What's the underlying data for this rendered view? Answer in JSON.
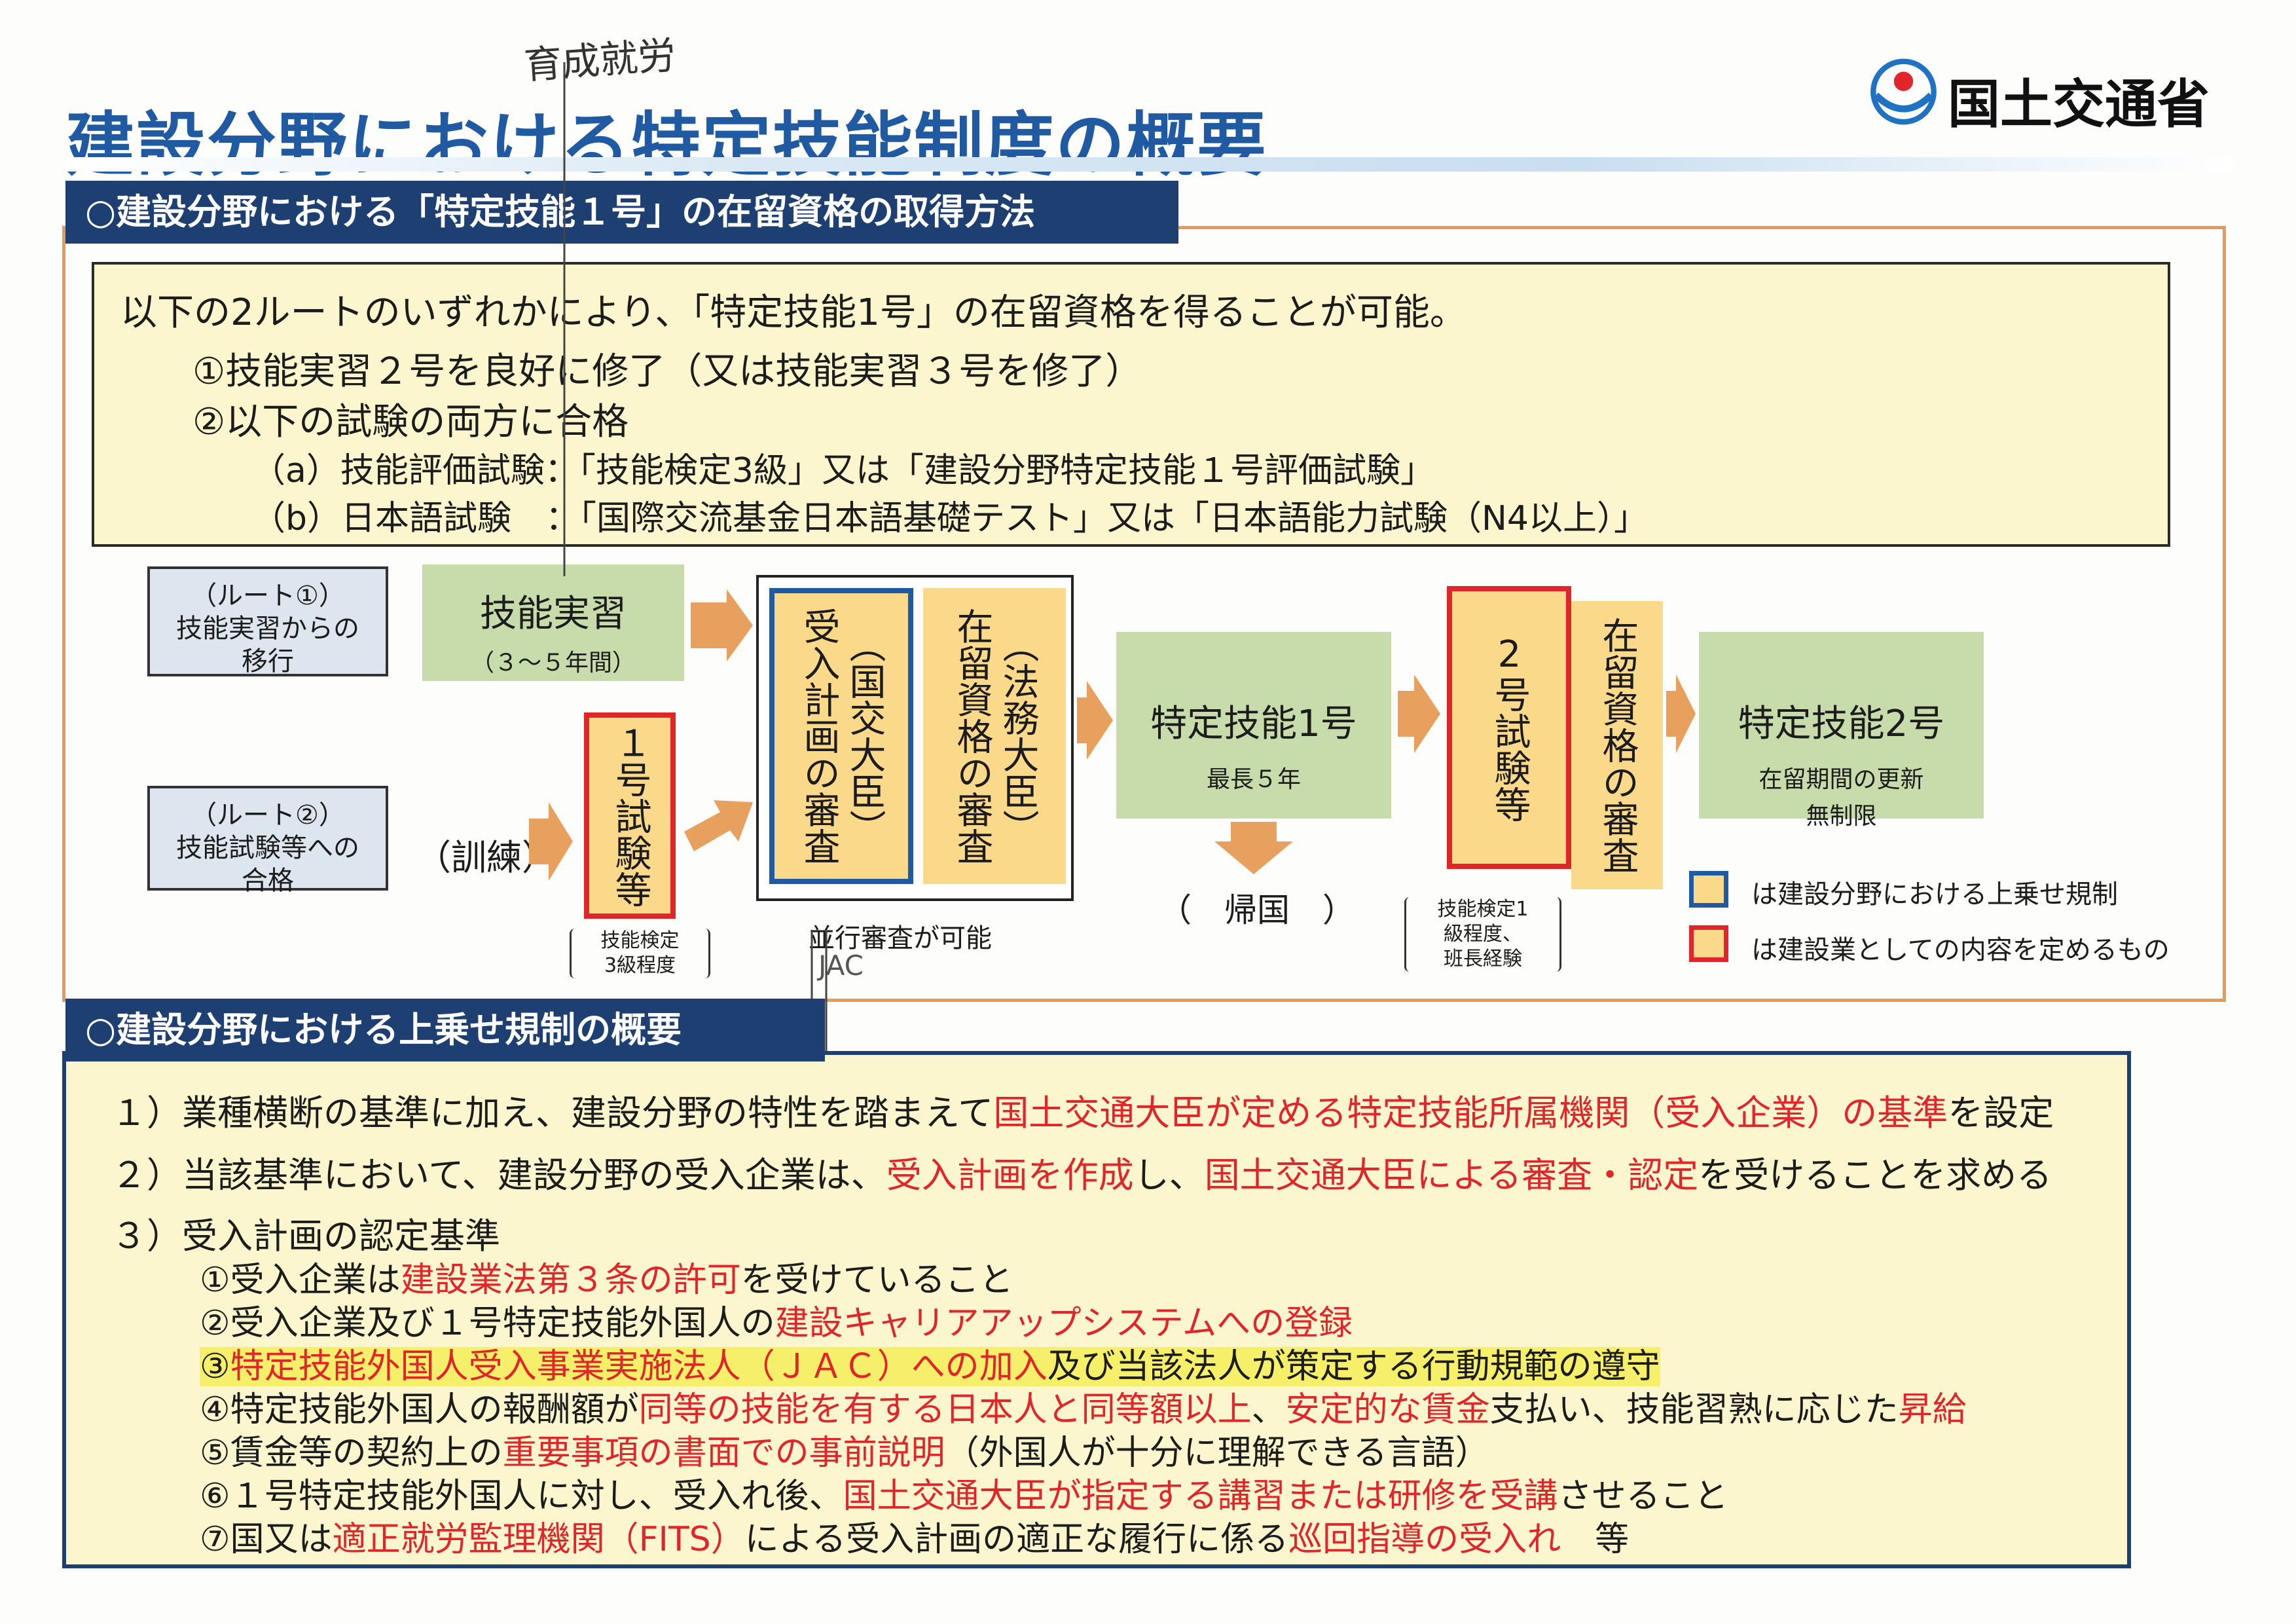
{
  "header": {
    "title": "建設分野における特定技能制度の概要",
    "handwritten_note": "育成就労",
    "ministry": "国土交通省"
  },
  "section1": {
    "header": "○建設分野における「特定技能１号」の在留資格の取得方法",
    "intro": "以下の2ルートのいずれかにより、「特定技能1号」の在留資格を得ることが可能。",
    "route1_text": "①技能実習２号を良好に修了（又は技能実習３号を修了）",
    "route2_text": "②以下の試験の両方に合格",
    "exam_a": "（a）技能評価試験：「技能検定3級」又は「建設分野特定技能１号評価試験」",
    "exam_b": "（b）日本語試験　：「国際交流基金日本語基礎テスト」又は「日本語能力試験（N4以上）」"
  },
  "flow": {
    "route1_label": "（ルート①）\n技能実習からの\n移行",
    "route2_label": "（ルート②）\n技能試験等への\n合格",
    "ginou_jisshu": "技能実習",
    "ginou_jisshu_period": "（３～５年間）",
    "kunren": "（訓練）",
    "exam1": "１号試験等",
    "exam1_note": "技能検定\n3級程度",
    "ukeire_keikaku": "受入計画の審査",
    "ukeire_keikaku_sub": "（国交大臣）",
    "zairyu_shinsa": "在留資格の審査",
    "zairyu_shinsa_sub": "（法務大臣）",
    "parallel": "並行審査が可能",
    "jac_note": "JAC",
    "tokutei1": "特定技能1号",
    "tokutei1_sub": "最長５年",
    "kikoku": "（　帰国　）",
    "exam2": "2号試験等",
    "exam2_note": "技能検定1\n級程度、\n班長経験",
    "zairyu_shinsa2": "在留資格の審査",
    "tokutei2": "特定技能2号",
    "tokutei2_sub1": "在留期間の更新",
    "tokutei2_sub2": "無制限",
    "legend_blue": "は建設分野における上乗せ規制",
    "legend_red": "は建設業としての内容を定めるもの"
  },
  "section2": {
    "header": "○建設分野における上乗せ規制の概要",
    "item1": {
      "a": "１）業種横断の基準に加え、建設分野の特性を踏まえて",
      "b": "国土交通大臣が定める特定技能所属機関（受入企業）の基準",
      "c": "を設定"
    },
    "item2": {
      "a": "２）当該基準において、建設分野の受入企業は、",
      "b": "受入計画を作成",
      "c": "し、",
      "d": "国土交通大臣による審査・認定",
      "e": "を受けることを求める"
    },
    "item3": "３）受入計画の認定基準",
    "c1": {
      "a": "①受入企業は",
      "b": "建設業法第３条の許可",
      "c": "を受けていること"
    },
    "c2": {
      "a": "②受入企業及び１号特定技能外国人の",
      "b": "建設キャリアアップシステムへの登録"
    },
    "c3": {
      "a": "③",
      "b": "特定技能外国人受入事業実施法人（ＪＡＣ）への加入",
      "c": "及び当該法人が策定する行動規範の遵守"
    },
    "c4": {
      "a": "④特定技能外国人の報酬額が",
      "b": "同等の技能を有する日本人と同等額以上",
      "c": "、",
      "d": "安定的な賃金",
      "e": "支払い、技能習熟に応じた",
      "f": "昇給"
    },
    "c5": {
      "a": "⑤賃金等の契約上の",
      "b": "重要事項の書面での事前説明",
      "c": "（外国人が十分に理解できる言語）"
    },
    "c6": {
      "a": "⑥１号特定技能外国人に対し、受入れ後、",
      "b": "国土交通大臣が指定する講習または研修を受講",
      "c": "させること"
    },
    "c7": {
      "a": "⑦国又は",
      "b": "適正就労監理機関（FITS）",
      "c": "による受入計画の適正な履行に係る",
      "d": "巡回指導の受入れ",
      "e": "　等"
    }
  },
  "colors": {
    "title_blue": "#1f5aa3",
    "header_navy": "#1e3f72",
    "red": "#e0262b",
    "green": "#c8dbab",
    "yellow": "#fbd98b",
    "arrow": "#e8a05e"
  }
}
